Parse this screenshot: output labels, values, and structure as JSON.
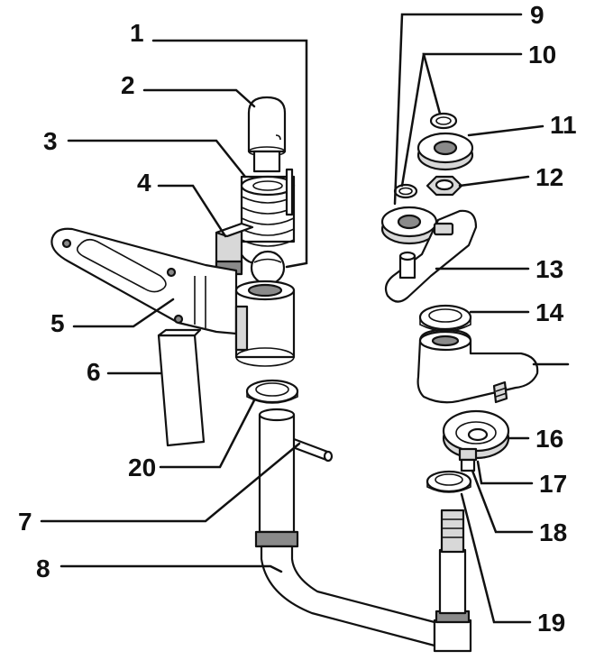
{
  "diagram": {
    "labels": {
      "l1": "1",
      "l2": "2",
      "l3": "3",
      "l4": "4",
      "l5": "5",
      "l6": "6",
      "l7": "7",
      "l8": "8",
      "l9": "9",
      "l10": "10",
      "l11": "11",
      "l12": "12",
      "l13": "13",
      "l14": "14",
      "l16": "16",
      "l17": "17",
      "l18": "18",
      "l19": "19",
      "l20": "20"
    }
  }
}
